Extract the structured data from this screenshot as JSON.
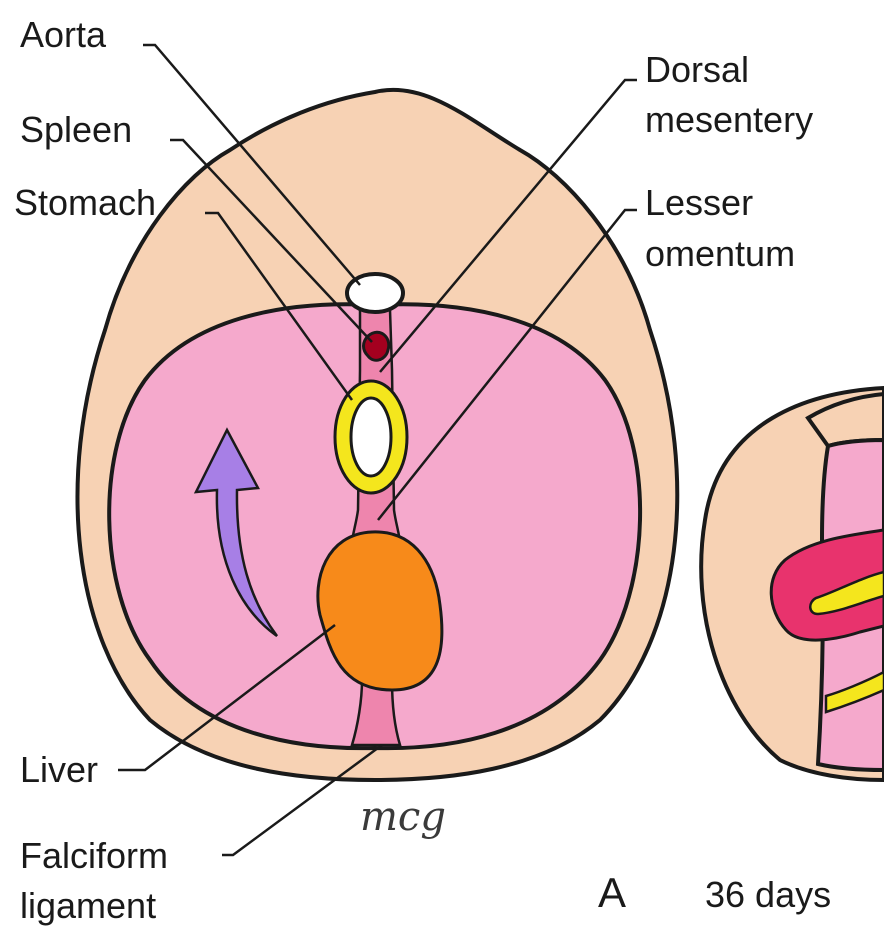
{
  "labels": {
    "aorta": "Aorta",
    "spleen": "Spleen",
    "stomach": "Stomach",
    "dorsal_mesentery_line1": "Dorsal",
    "dorsal_mesentery_line2": "mesentery",
    "lesser_omentum_line1": "Lesser",
    "lesser_omentum_line2": "omentum",
    "liver": "Liver",
    "falciform_line1": "Falciform",
    "falciform_line2": "ligament"
  },
  "panel": {
    "letter": "A",
    "age": "36 days"
  },
  "signature": "mcg",
  "colors": {
    "body_wall": "#f7d2b4",
    "peritoneal_cavity": "#f5a9cc",
    "mesentery": "#ee85ad",
    "spleen": "#a4001f",
    "stomach_wall": "#f4e61d",
    "liver": "#f78a1a",
    "arrow": "#a77fe6",
    "gut_3d": "#e8336d"
  }
}
